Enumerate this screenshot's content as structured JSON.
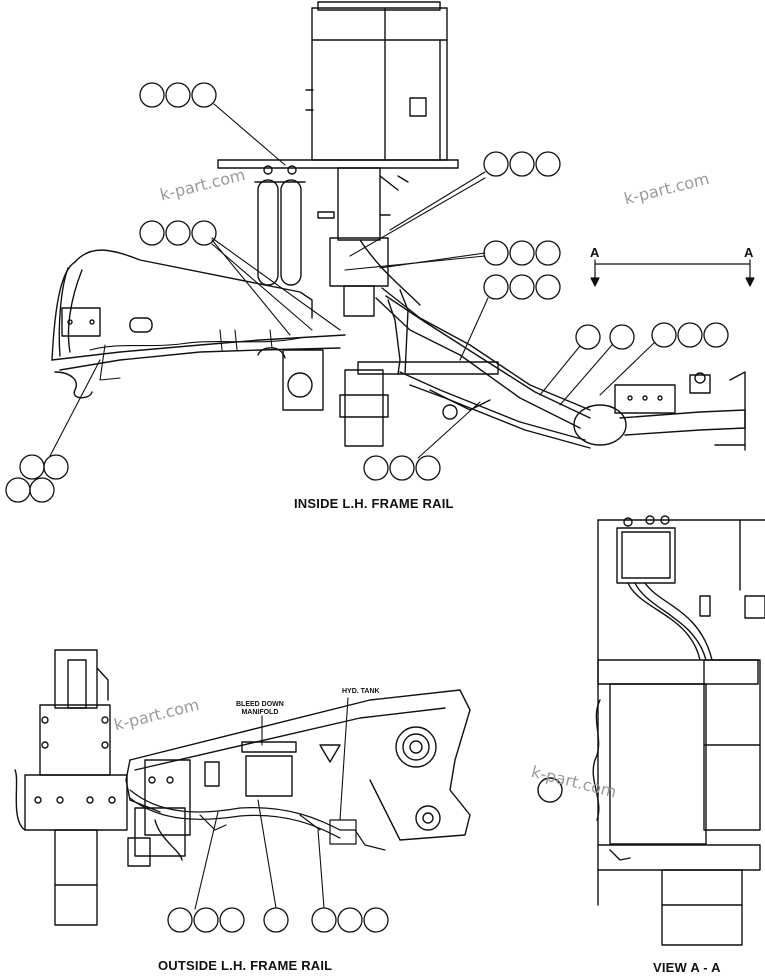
{
  "views": {
    "inside_title": "INSIDE L.H. FRAME RAIL",
    "outside_title": "OUTSIDE L.H. FRAME RAIL",
    "section_title": "VIEW A - A"
  },
  "section_marker": {
    "left": "A",
    "right": "A"
  },
  "annotations": {
    "bleed_down_line1": "BLEED DOWN",
    "bleed_down_line2": "MANIFOLD",
    "hyd_tank": "HYD. TANK"
  },
  "watermark": "k-part.com",
  "colors": {
    "line": "#111111",
    "watermark": "#9a9a9a",
    "background": "#ffffff"
  }
}
